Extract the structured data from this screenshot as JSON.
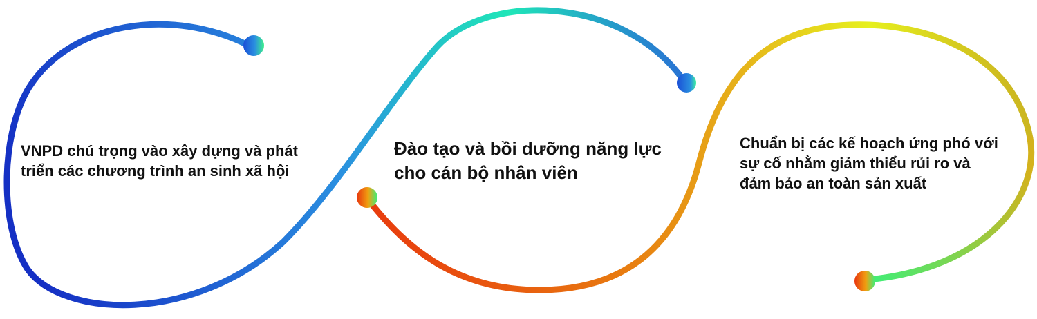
{
  "items": [
    {
      "text": "VNPD chú trọng vào xây dựng và phát triển các chương trình an sinh xã hội"
    },
    {
      "text": "Đào tạo và bồi dưỡng năng lực cho cán bộ nhân viên"
    },
    {
      "text": "Chuẩn bị các kế hoạch ứng phó với sự cố nhằm giảm thiểu rủi ro và đảm bảo an toàn sản xuất"
    }
  ],
  "colors": {
    "blue": "#1530c4",
    "light_blue": "#2a8fe0",
    "cyan": "#1fe6b8",
    "green": "#3af07a",
    "yellow": "#e6f01e",
    "gold": "#e6b21a",
    "orange": "#e87a10",
    "red": "#e8360e",
    "text": "#111111"
  }
}
